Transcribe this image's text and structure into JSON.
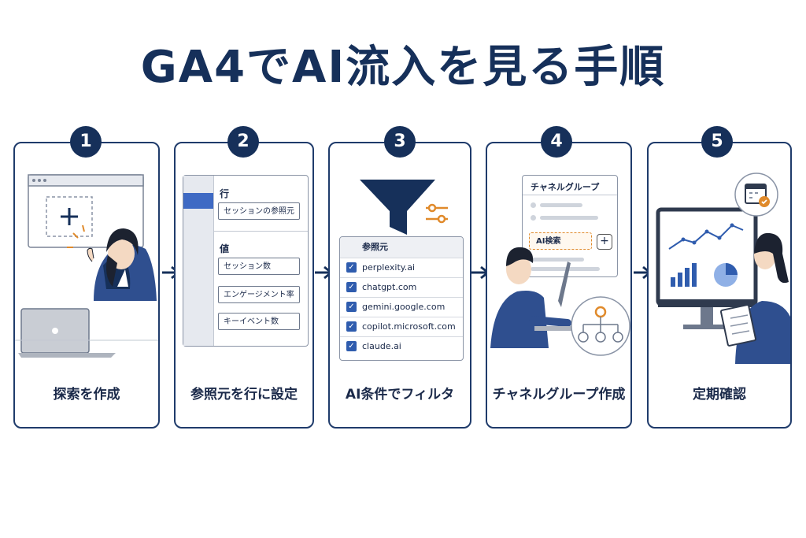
{
  "title": "GA4でAI流入を見る手順",
  "steps": [
    {
      "number": "1",
      "caption": "探索を作成",
      "icon": "plus-icon"
    },
    {
      "number": "2",
      "caption": "参照元を行に設定",
      "rows_label": "行",
      "row_field": "セッションの参照元",
      "values_label": "値",
      "value_fields": [
        "セッション数",
        "エンゲージメント率",
        "キーイベント数"
      ]
    },
    {
      "number": "3",
      "caption": "AI条件でフィルタ",
      "list_header": "参照元",
      "sources": [
        "perplexity.ai",
        "chatgpt.com",
        "gemini.google.com",
        "copilot.microsoft.com",
        "claude.ai"
      ]
    },
    {
      "number": "4",
      "caption": "チャネルグループ作成",
      "panel_title": "チャネルグループ",
      "channel_label": "AI検索",
      "add_symbol": "+"
    },
    {
      "number": "5",
      "caption": "定期確認",
      "icon": "calendar-check-icon"
    }
  ],
  "colors": {
    "navy": "#16305a",
    "accent_blue": "#2f5cae",
    "orange": "#e08a2b"
  }
}
